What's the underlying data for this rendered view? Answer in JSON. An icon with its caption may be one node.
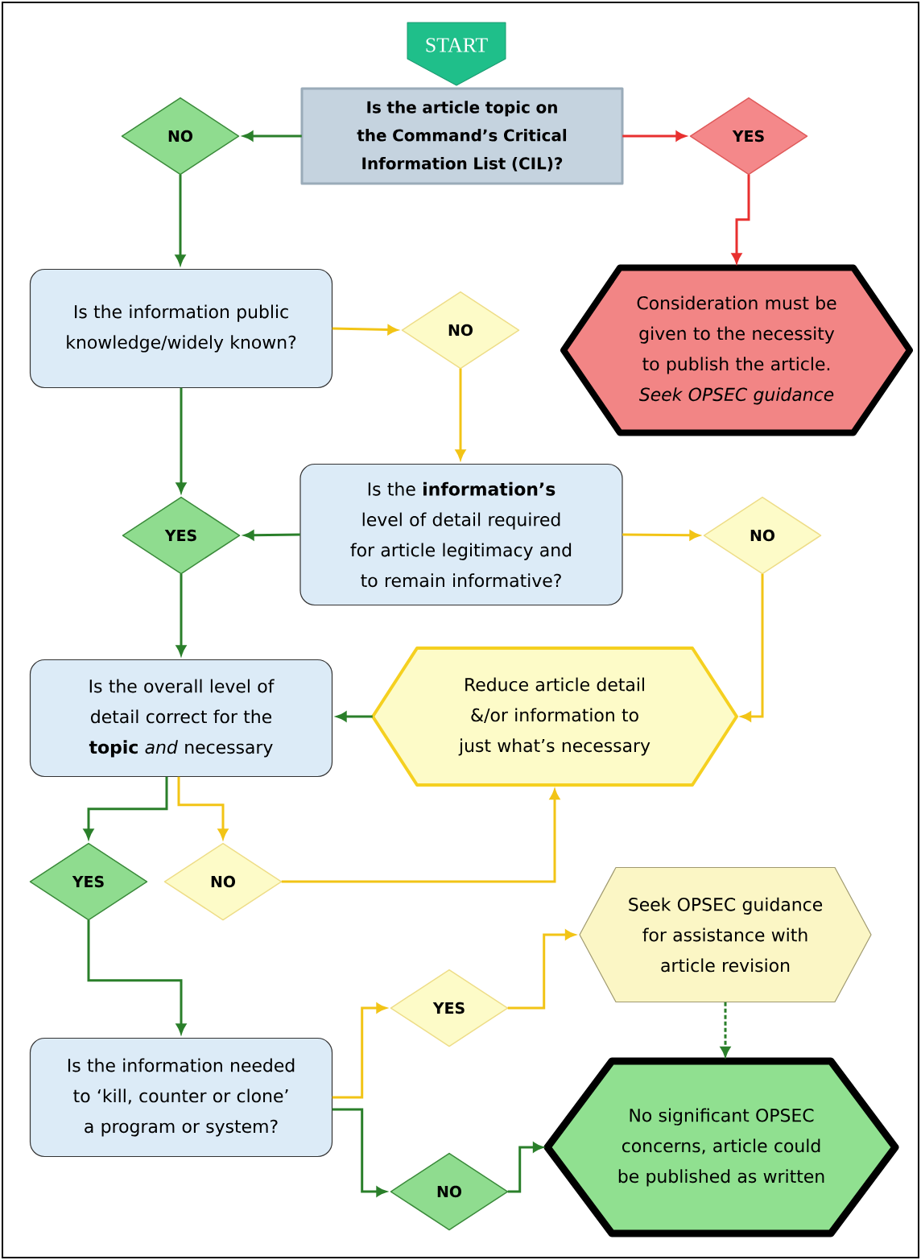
{
  "diagram": {
    "nodes": [
      {
        "text": [
          "START"
        ]
      },
      {
        "text": [
          "Is the article topic on the Command’s Critical Information List (CIL)?"
        ]
      },
      {
        "text": [
          "NO"
        ]
      },
      {
        "text": [
          "YES"
        ]
      },
      {
        "text": [
          "Consideration must be given to the necessity to publish the article. *Seek OPSEC guidance*"
        ]
      },
      {
        "text": [
          "Is the information public knowledge/widely known?"
        ]
      },
      {
        "text": [
          "NO"
        ]
      },
      {
        "text": [
          "Is the **information’s** level of detail required for article legitimacy and to remain informative?"
        ]
      },
      {
        "text": [
          "YES"
        ]
      },
      {
        "text": [
          "NO"
        ]
      },
      {
        "text": [
          "Reduce article detail &/or information to just what’s necessary"
        ]
      },
      {
        "text": [
          "Is the overall level of detail correct for the **topic** *and* necessary"
        ]
      },
      {
        "text": [
          "YES"
        ]
      },
      {
        "text": [
          "NO"
        ]
      },
      {
        "text": [
          "Seek OPSEC guidance for assistance with article revision"
        ]
      },
      {
        "text": [
          "YES"
        ]
      },
      {
        "text": [
          "Is the information needed to ‘kill, counter or clone’ a program or system?"
        ]
      },
      {
        "text": [
          "NO"
        ]
      },
      {
        "text": [
          "No significant OPSEC concerns, article could be published as written"
        ]
      }
    ],
    "edges": [
      {
        "from": 1,
        "to": 2,
        "arrow": "to"
      },
      {
        "from": 1,
        "to": 3,
        "arrow": "to",
        "color": "#e8302f"
      },
      {
        "from": 3,
        "to": 4,
        "arrow": "to",
        "color": "#e8302f"
      },
      {
        "from": 2,
        "to": 5,
        "arrow": "to"
      },
      {
        "from": 5,
        "to": 6,
        "arrow": "to",
        "color": "#f2c416"
      },
      {
        "from": 6,
        "to": 7,
        "arrow": "to",
        "color": "#f2c416"
      },
      {
        "from": 5,
        "to": 8,
        "arrow": "to"
      },
      {
        "from": 7,
        "to": 8,
        "arrow": "to"
      },
      {
        "from": 7,
        "to": 9,
        "arrow": "to",
        "color": "#f2c416"
      },
      {
        "from": 9,
        "to": 10,
        "arrow": "to",
        "color": "#f2c416"
      },
      {
        "from": 10,
        "to": 11,
        "arrow": "to"
      },
      {
        "from": 8,
        "to": 11,
        "arrow": "to"
      },
      {
        "from": 11,
        "to": 12,
        "arrow": "to"
      },
      {
        "from": 11,
        "to": 13,
        "arrow": "to",
        "color": "#f2c416"
      },
      {
        "from": 13,
        "to": 10,
        "arrow": "to",
        "color": "#f2c416"
      },
      {
        "from": 12,
        "to": 16,
        "arrow": "to"
      },
      {
        "from": 16,
        "to": 15,
        "arrow": "to",
        "color": "#f2c416"
      },
      {
        "from": 15,
        "to": 14,
        "arrow": "to",
        "color": "#f2c416"
      },
      {
        "from": 14,
        "to": 18,
        "arrow": "to",
        "style": "dashed"
      },
      {
        "from": 16,
        "to": 17,
        "arrow": "to"
      },
      {
        "from": 17,
        "to": 18,
        "arrow": "to"
      }
    ]
  }
}
